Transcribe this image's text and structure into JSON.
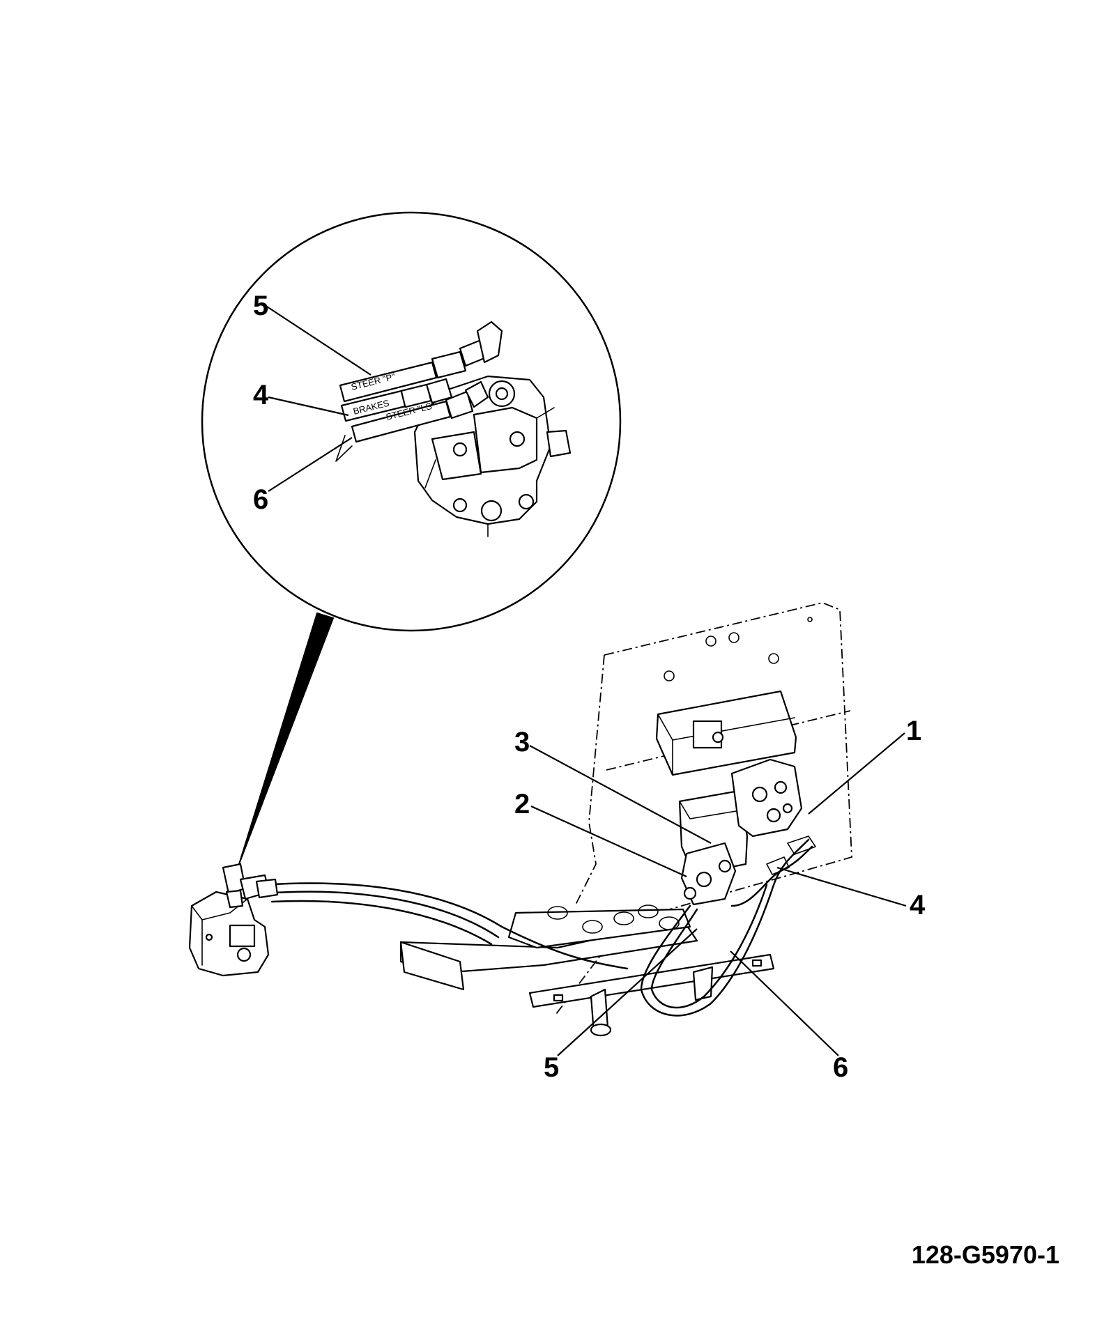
{
  "detail_view": {
    "callouts": [
      "5",
      "4",
      "6"
    ],
    "hose_labels": [
      "STEER \"P\"",
      "BRAKES",
      "STEER \"LS\""
    ]
  },
  "main_view": {
    "callouts": [
      "3",
      "2",
      "1",
      "4",
      "5",
      "6"
    ]
  },
  "figure_id": "128-G5970-1"
}
